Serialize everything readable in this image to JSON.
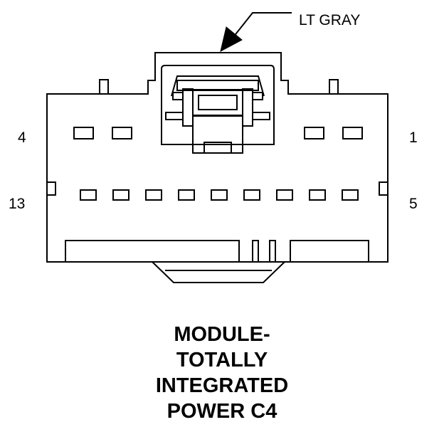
{
  "callout": {
    "label": "LT GRAY"
  },
  "pins": {
    "top_left": "4",
    "top_right": "1",
    "bottom_left": "13",
    "bottom_right": "5"
  },
  "caption": {
    "lines": [
      "MODULE-",
      "TOTALLY",
      "INTEGRATED",
      "POWER C4"
    ]
  },
  "colors": {
    "line": "#000000",
    "background": "#ffffff"
  }
}
